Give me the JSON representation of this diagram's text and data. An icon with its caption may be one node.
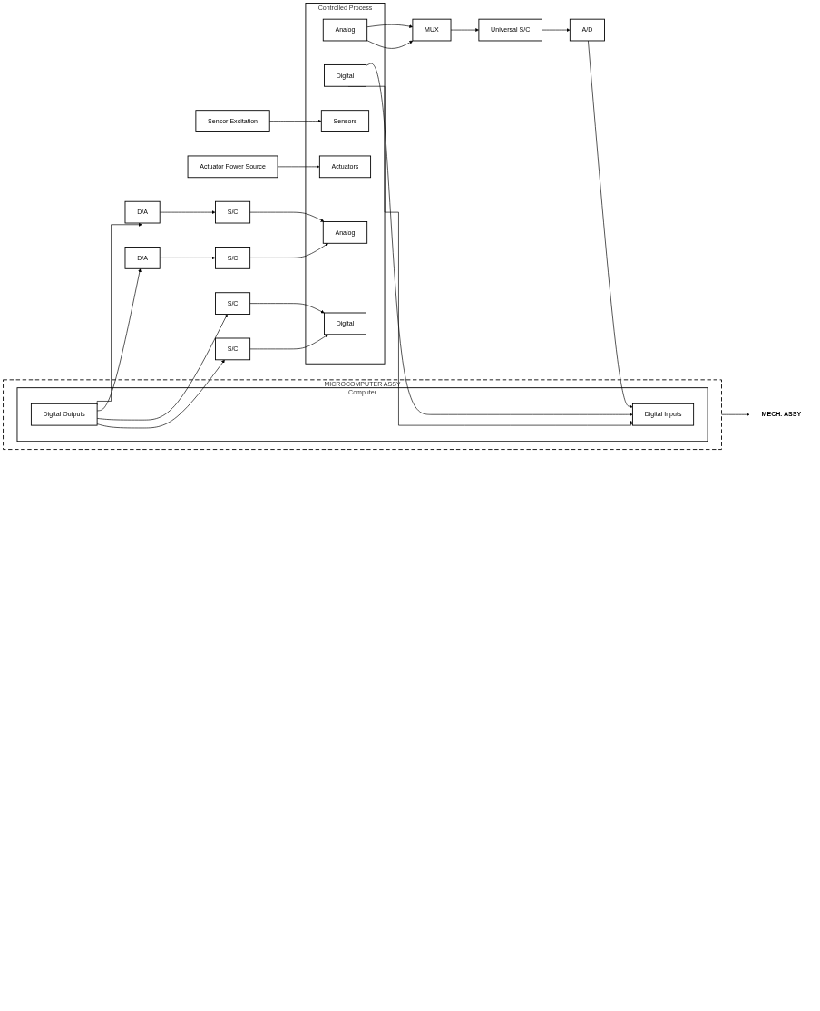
{
  "diagram": {
    "nodes": [
      {
        "text": [
          "MUX"
        ]
      },
      {
        "text": [
          "Universal S/C"
        ]
      },
      {
        "text": [
          "A/D"
        ]
      },
      {
        "text": [
          "MICROCOMPUTER ASSY"
        ]
      },
      {
        "text": [
          "Controlled Process"
        ]
      },
      {
        "text": [
          "Analog"
        ],
        "in": 4
      },
      {
        "text": [
          "Digital"
        ],
        "in": 4
      },
      {
        "text": [
          "Sensors"
        ],
        "in": 4
      },
      {
        "text": [
          "Sensor Excitation"
        ]
      },
      {
        "text": [
          "Computer"
        ],
        "in": 3
      },
      {
        "text": [
          "Digital Inputs"
        ],
        "in": 9
      },
      {
        "text": [
          "Digital Outputs"
        ],
        "in": 9
      },
      {
        "text": [
          "Actuators"
        ],
        "in": 4
      },
      {
        "text": [
          "Actuator Power Source"
        ]
      },
      {
        "text": [
          "Analog"
        ],
        "in": 4
      },
      {
        "text": [
          "Digital"
        ],
        "in": 4
      },
      {
        "text": [
          "MECH. ASSY"
        ]
      },
      {
        "text": [
          "S/C"
        ]
      },
      {
        "text": [
          "S/C"
        ]
      },
      {
        "text": [
          "S/C"
        ]
      },
      {
        "text": [
          "S/C"
        ]
      },
      {
        "text": [
          "D/A"
        ]
      },
      {
        "text": [
          "D/A"
        ]
      }
    ],
    "edges": [
      {
        "from": 5,
        "to": 0,
        "arrow": "to"
      },
      {
        "from": 5,
        "to": 0,
        "arrow": "to"
      },
      {
        "from": 0,
        "to": 1,
        "arrow": "to"
      },
      {
        "from": 1,
        "to": 2,
        "arrow": "to"
      },
      {
        "from": 2,
        "to": 10,
        "arrow": "to"
      },
      {
        "from": 6,
        "to": 10,
        "arrow": "to"
      },
      {
        "from": 6,
        "to": 10,
        "arrow": "to"
      },
      {
        "from": 8,
        "to": 7,
        "arrow": "to"
      },
      {
        "from": 13,
        "to": 12,
        "arrow": "to"
      },
      {
        "from": 3,
        "to": 16,
        "arrow": "to"
      },
      {
        "from": 11,
        "to": 20,
        "arrow": "to"
      },
      {
        "from": 11,
        "to": 19,
        "arrow": "to"
      },
      {
        "from": 11,
        "to": 21,
        "arrow": "to"
      },
      {
        "from": 11,
        "to": 22,
        "arrow": "to"
      },
      {
        "from": 21,
        "to": 18,
        "arrow": "to"
      },
      {
        "from": 22,
        "to": 17,
        "arrow": "to"
      },
      {
        "from": 17,
        "to": 14,
        "arrow": "to"
      },
      {
        "from": 18,
        "to": 14,
        "arrow": "to"
      },
      {
        "from": 19,
        "to": 15,
        "arrow": "to"
      },
      {
        "from": 20,
        "to": 15,
        "arrow": "to"
      }
    ]
  }
}
